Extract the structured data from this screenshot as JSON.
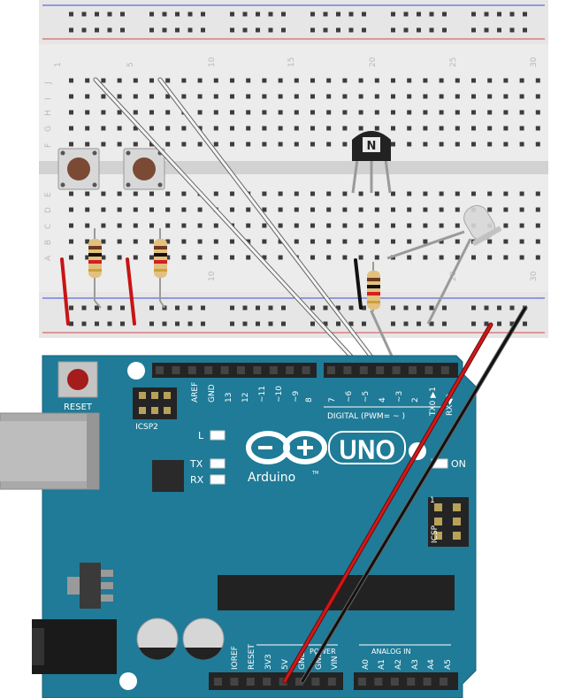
{
  "breadboard": {
    "column_numbers": [
      "1",
      "5",
      "10",
      "15",
      "20",
      "25",
      "30"
    ],
    "row_letters_top": [
      "J",
      "I",
      "H",
      "G",
      "F"
    ],
    "row_letters_bottom": [
      "E",
      "D",
      "C",
      "B",
      "A"
    ],
    "lower_numbers": [
      "10",
      "20",
      "30"
    ]
  },
  "transistor": {
    "label": "N"
  },
  "arduino": {
    "reset_label": "RESET",
    "icsp2_label": "ICSP2",
    "icsp_label": "ICSP",
    "icsp_pin1": "1",
    "brand": "Arduino",
    "model": "UNO",
    "tm": "TM",
    "digital_label": "DIGITAL (PWM= ~ )",
    "led_l": "L",
    "led_tx": "TX",
    "led_rx": "RX",
    "led_on": "ON",
    "tx_pin": "TX0 ▶1",
    "rx_pin": "RX◀0",
    "digital_pins_left": [
      "AREF",
      "GND",
      "13",
      "12",
      "~11",
      "~10",
      "~9",
      "8"
    ],
    "digital_pins_right": [
      "7",
      "~6",
      "~5",
      "4",
      "~3",
      "2"
    ],
    "power_label": "POWER",
    "power_pins": [
      "IOREF",
      "RESET",
      "3V3",
      "5V",
      "GND",
      "GND",
      "VIN"
    ],
    "analog_label": "ANALOG IN",
    "analog_pins": [
      "A0",
      "A1",
      "A2",
      "A3",
      "A4",
      "A5"
    ]
  }
}
